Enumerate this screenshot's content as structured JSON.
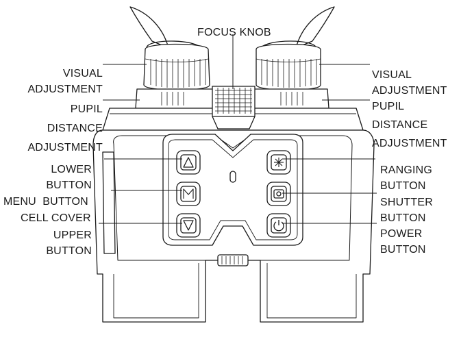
{
  "diagram": {
    "labels": {
      "focus_knob": "FOCUS KNOB",
      "visual_adjustment_left": "VISUAL\nADJUSTMENT",
      "pupil_distance_left": "PUPIL\nDISTANCE\nADJUSTMENT",
      "lower_button": "LOWER\nBUTTON",
      "menu_button": "MENU  BUTTON",
      "cell_cover": "CELL COVER",
      "upper_button": "UPPER\nBUTTON",
      "visual_adjustment_right": "VISUAL\nADJUSTMENT",
      "pupil_distance_right": "PUPIL\nDISTANCE\nADJUSTMENT",
      "ranging_button": "RANGING\nBUTTON",
      "shutter_button": "SHUTTER\nBUTTON",
      "power_button": "POWER\nBUTTON"
    },
    "colors": {
      "line": "#1a1a1a",
      "fill": "#ffffff"
    },
    "button_icons": {
      "lower": "triangle-up-icon",
      "menu": "menu-m-icon",
      "upper": "triangle-down-icon",
      "ranging": "asterisk-icon",
      "shutter": "camera-icon",
      "power": "power-icon"
    }
  }
}
